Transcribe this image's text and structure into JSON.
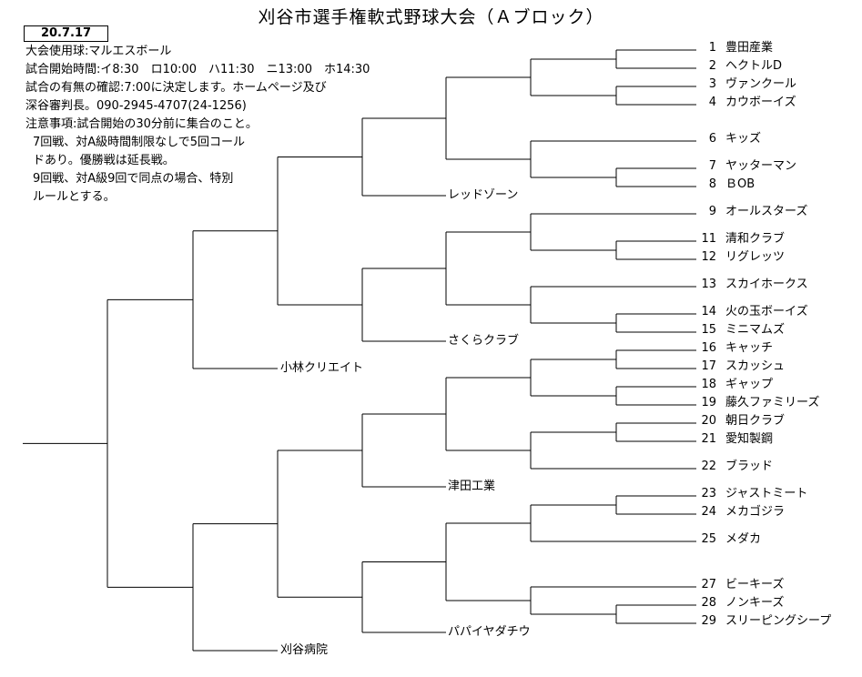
{
  "title": "刈谷市選手権軟式野球大会（Ａブロック）",
  "date": "20.7.17",
  "notes": [
    {
      "text": "大会使用球:マルエスボール",
      "indent": false
    },
    {
      "text": "試合開始時間:イ8:30　ロ10:00　ハ11:30　ニ13:00　ホ14:30",
      "indent": false
    },
    {
      "text": "試合の有無の確認:7:00に決定します。ホームページ及び",
      "indent": false
    },
    {
      "text": "深谷審判長。090-2945-4707(24-1256)",
      "indent": false
    },
    {
      "text": "注意事項:試合開始の30分前に集合のこと。",
      "indent": false
    },
    {
      "text": "7回戦、対A級時間制限なしで5回コール",
      "indent": true
    },
    {
      "text": "ドあり。優勝戦は延長戦。",
      "indent": true
    },
    {
      "text": "9回戦、対A級9回で同点の場合、特別",
      "indent": true
    },
    {
      "text": "ルールとする。",
      "indent": true
    }
  ],
  "teams": [
    {
      "num": "1",
      "name": "豊田産業"
    },
    {
      "num": "2",
      "name": "ヘクトルD"
    },
    {
      "num": "3",
      "name": "ヴァンクール"
    },
    {
      "num": "4",
      "name": "カウボーイズ"
    },
    {
      "num": "6",
      "name": "キッズ"
    },
    {
      "num": "7",
      "name": "ヤッターマン"
    },
    {
      "num": "8",
      "name": "ＢOB"
    },
    {
      "num": "9",
      "name": "オールスターズ"
    },
    {
      "num": "11",
      "name": "清和クラブ"
    },
    {
      "num": "12",
      "name": "リグレッツ"
    },
    {
      "num": "13",
      "name": "スカイホークス"
    },
    {
      "num": "14",
      "name": "火の玉ボーイズ"
    },
    {
      "num": "15",
      "name": "ミニマムズ"
    },
    {
      "num": "16",
      "name": "キャッチ"
    },
    {
      "num": "17",
      "name": "スカッシュ"
    },
    {
      "num": "18",
      "name": "ギャップ"
    },
    {
      "num": "19",
      "name": "藤久ファミリーズ"
    },
    {
      "num": "20",
      "name": "朝日クラブ"
    },
    {
      "num": "21",
      "name": "愛知製鋼"
    },
    {
      "num": "22",
      "name": "ブラッド"
    },
    {
      "num": "23",
      "name": "ジャストミート"
    },
    {
      "num": "24",
      "name": "メカゴジラ"
    },
    {
      "num": "25",
      "name": "メダカ"
    },
    {
      "num": "27",
      "name": "ビーキーズ"
    },
    {
      "num": "28",
      "name": "ノンキーズ"
    },
    {
      "num": "29",
      "name": "スリーピングシープ"
    }
  ],
  "winners": [
    {
      "name": "レッドゾーン"
    },
    {
      "name": "さくらクラブ"
    },
    {
      "name": "小林クリエイト"
    },
    {
      "name": "津田工業"
    },
    {
      "name": "パパイヤダチウ"
    },
    {
      "name": "刈谷病院"
    }
  ]
}
